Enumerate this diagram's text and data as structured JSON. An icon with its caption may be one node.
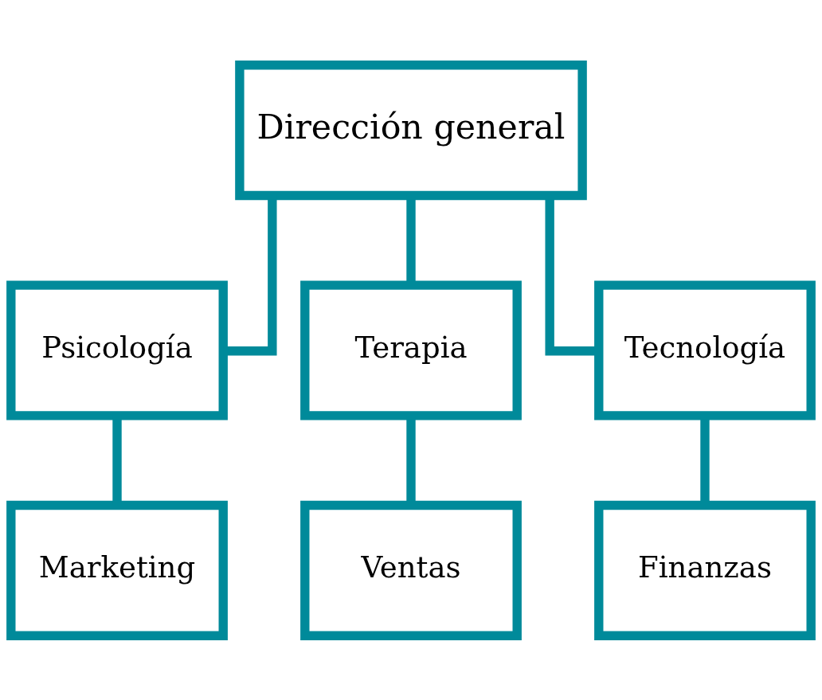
{
  "diagram": {
    "nodes": [
      {
        "text": [
          "Dirección general"
        ]
      },
      {
        "text": [
          "Psicología"
        ]
      },
      {
        "text": [
          "Terapia"
        ]
      },
      {
        "text": [
          "Tecnología"
        ]
      },
      {
        "text": [
          "Marketing"
        ]
      },
      {
        "text": [
          "Ventas"
        ]
      },
      {
        "text": [
          "Finanzas"
        ]
      }
    ],
    "edges": [
      {
        "from": 0,
        "to": 1,
        "arrow": "none"
      },
      {
        "from": 0,
        "to": 2,
        "arrow": "none"
      },
      {
        "from": 0,
        "to": 3,
        "arrow": "none"
      },
      {
        "from": 1,
        "to": 4,
        "arrow": "none"
      },
      {
        "from": 2,
        "to": 5,
        "arrow": "none"
      },
      {
        "from": 3,
        "to": 6,
        "arrow": "none"
      }
    ]
  }
}
